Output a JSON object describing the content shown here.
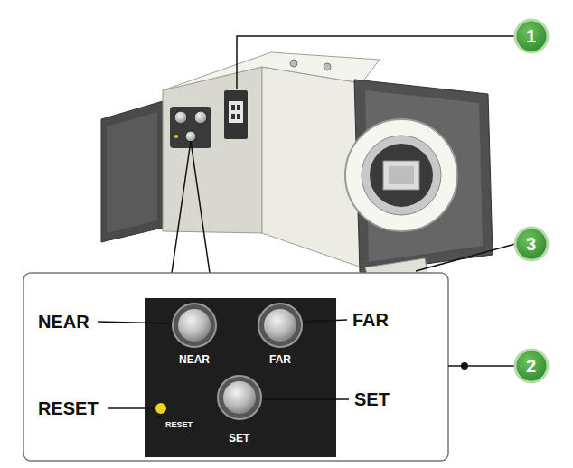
{
  "diagram": {
    "labels": [
      "1",
      "NEAR",
      "NEAR",
      "FAR",
      "FAR",
      "RESET",
      "RESET",
      "SET",
      "SET",
      "2",
      "3"
    ]
  }
}
